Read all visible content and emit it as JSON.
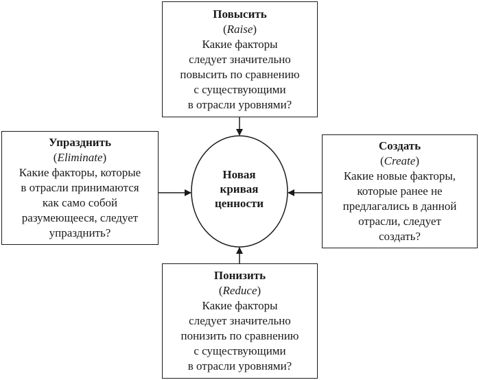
{
  "center": {
    "label": "Новая\nкривая\nценности"
  },
  "boxes": {
    "raise": {
      "title": "Повысить",
      "latin": "Raise",
      "description": "Какие факторы\nследует значительно\nповысить по сравнению\nс существующими\nв отрасли уровнями?"
    },
    "eliminate": {
      "title": "Упразднить",
      "latin": "Eliminate",
      "description": "Какие факторы, которые\nв отрасли принимаются\nкак само собой\nразумеющееся, следует\nупразднить?"
    },
    "create": {
      "title": "Создать",
      "latin": "Create",
      "description": "Какие новые факторы,\nкоторые ранее не\nпредлагались в данной\nотрасли, следует\nсоздать?"
    },
    "reduce": {
      "title": "Понизить",
      "latin": "Reduce",
      "description": "Какие факторы\nследует значительно\nпонизить по сравнению\nс существующими\nв отрасли уровнями?"
    }
  }
}
